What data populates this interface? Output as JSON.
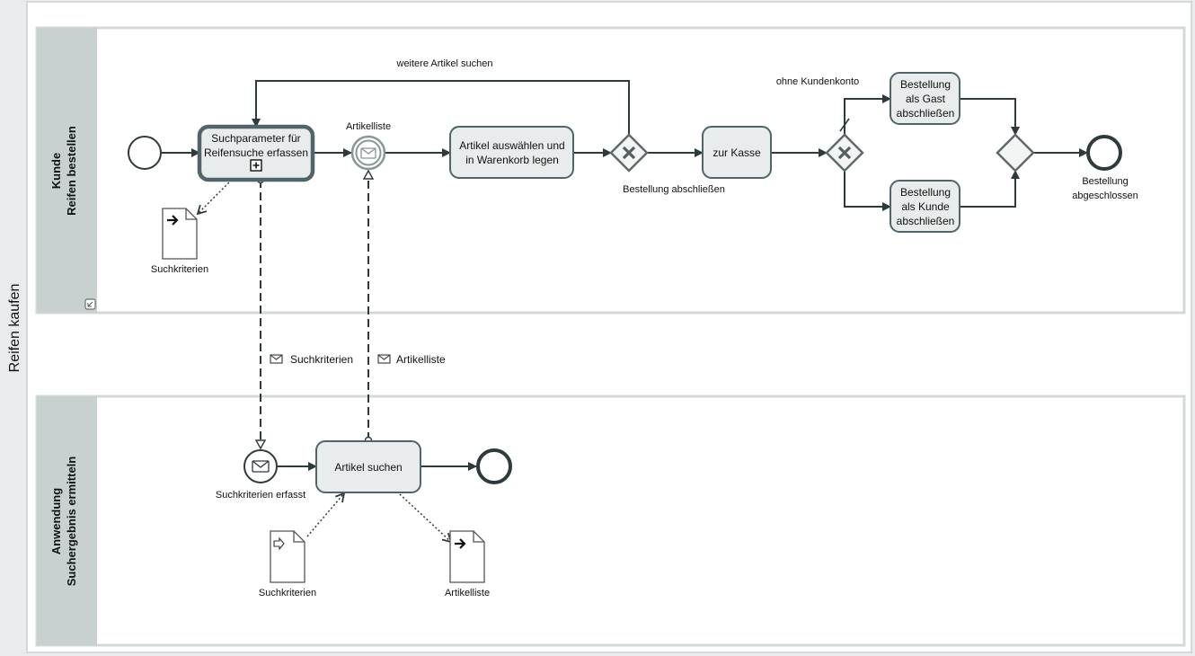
{
  "pool": {
    "title": "Reifen kaufen"
  },
  "lanes": {
    "customer": {
      "line1": "Kunde",
      "line2": "Reifen bestellen"
    },
    "app": {
      "line1": "Anwendung",
      "line2": "Suchergebnis ermitteln"
    }
  },
  "tasks": {
    "search_params": [
      "Suchparameter für",
      "Reifensuche erfassen"
    ],
    "select_articles": [
      "Artikel auswählen und",
      "in Warenkorb legen"
    ],
    "checkout": [
      "zur Kasse"
    ],
    "guest_order": [
      "Bestellung",
      "als Gast",
      "abschließen"
    ],
    "customer_order": [
      "Bestellung",
      "als Kunde",
      "abschließen"
    ],
    "search_articles": [
      "Artikel suchen"
    ]
  },
  "events": {
    "article_list_catch": "Artikelliste",
    "order_done": [
      "Bestellung",
      "abgeschlossen"
    ],
    "criteria_received": "Suchkriterien erfasst"
  },
  "flows": {
    "loop_label": "weitere Artikel suchen",
    "finish_label": "Bestellung abschließen",
    "no_account_label": "ohne Kundenkonto"
  },
  "messages": {
    "criteria": "Suchkriterien",
    "article_list": "Artikelliste"
  },
  "data_objects": {
    "top_criteria": "Suchkriterien",
    "bottom_criteria": "Suchkriterien",
    "bottom_list": "Artikelliste"
  },
  "colors": {
    "lane_header": "#c8d0d0",
    "task_fill": "#e9ecec",
    "task_stroke": "#50646a",
    "line": "#2f3a3d",
    "gateway_stroke": "#606a6c",
    "outer_bg": "#e8ecec"
  }
}
